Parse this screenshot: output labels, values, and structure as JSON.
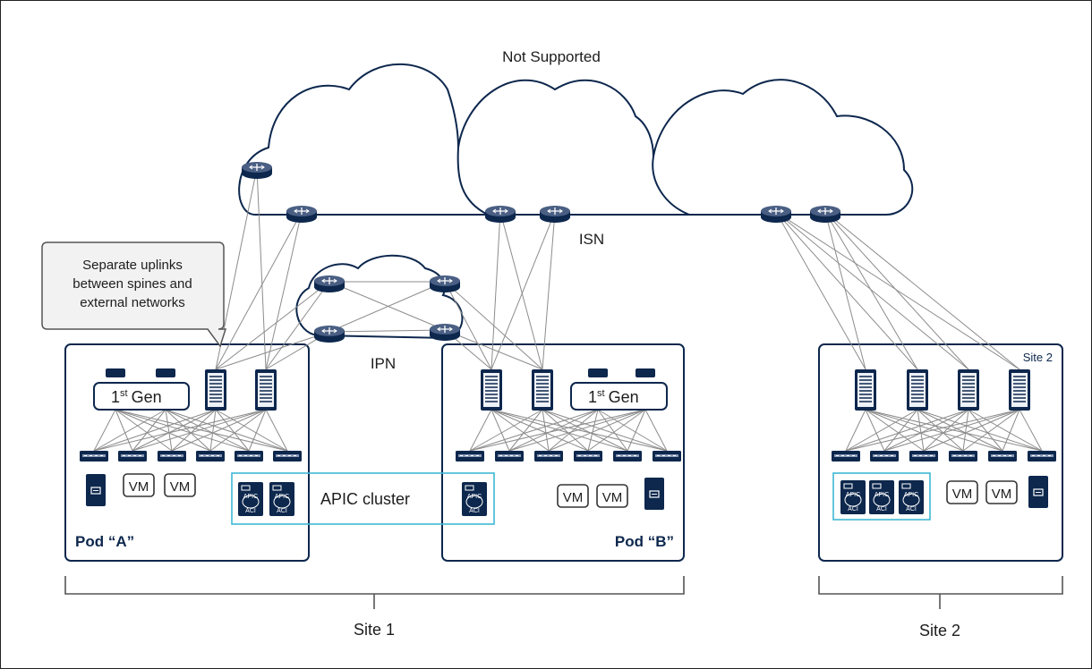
{
  "top_label": "Not Supported",
  "isn_label": "ISN",
  "ipn_label": "IPN",
  "callout": {
    "line1": "Separate uplinks",
    "line2": "between spines and",
    "line3": "external networks"
  },
  "gen_badge": {
    "num": "1",
    "sup": "st",
    "word": "Gen"
  },
  "vm_label": "VM",
  "apic_cluster_label": "APIC cluster",
  "apic_icon_text": "APIC",
  "aci_icon_text": "ACI",
  "pod_a_label": "Pod “A”",
  "pod_b_label": "Pod “B”",
  "site2_corner_label": "Site 2",
  "site1_label": "Site 1",
  "site2_label": "Site 2",
  "colors": {
    "navy": "#0d274d",
    "apic_box": "#3fb7d4",
    "line": "#8c8c8c"
  },
  "icons": [
    "router-icon",
    "spine-switch-icon",
    "leaf-switch-icon",
    "server-icon",
    "vm-icon",
    "apic-icon"
  ]
}
